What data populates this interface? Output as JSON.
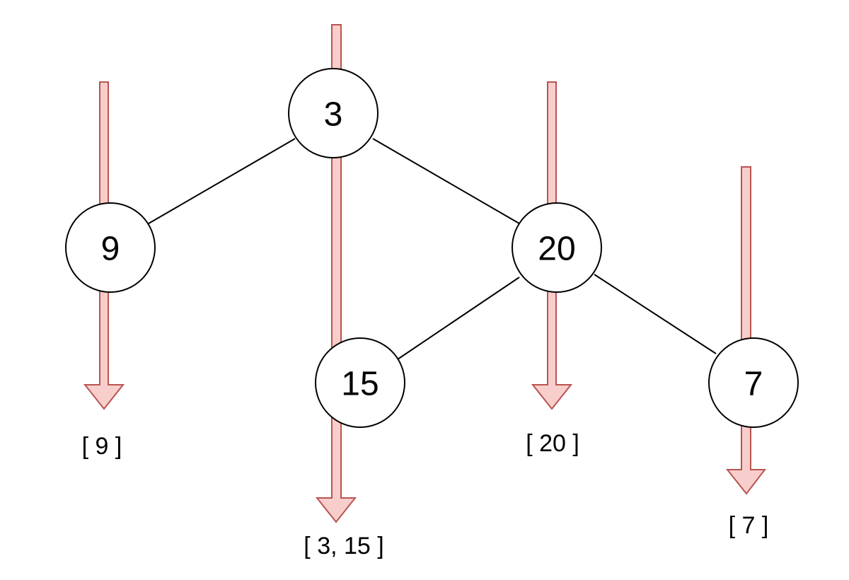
{
  "colors": {
    "arrow_fill": "#f8cecc",
    "arrow_stroke": "#b85450",
    "node_fill": "#ffffff",
    "node_stroke": "#000000",
    "edge": "#000000"
  },
  "nodes": {
    "root": "3",
    "left": "9",
    "right": "20",
    "right_left": "15",
    "right_right": "7"
  },
  "columns": {
    "col_9": "[ 9 ]",
    "col_3_15": "[ 3, 15 ]",
    "col_20": "[ 20 ]",
    "col_7": "[ 7 ]"
  }
}
